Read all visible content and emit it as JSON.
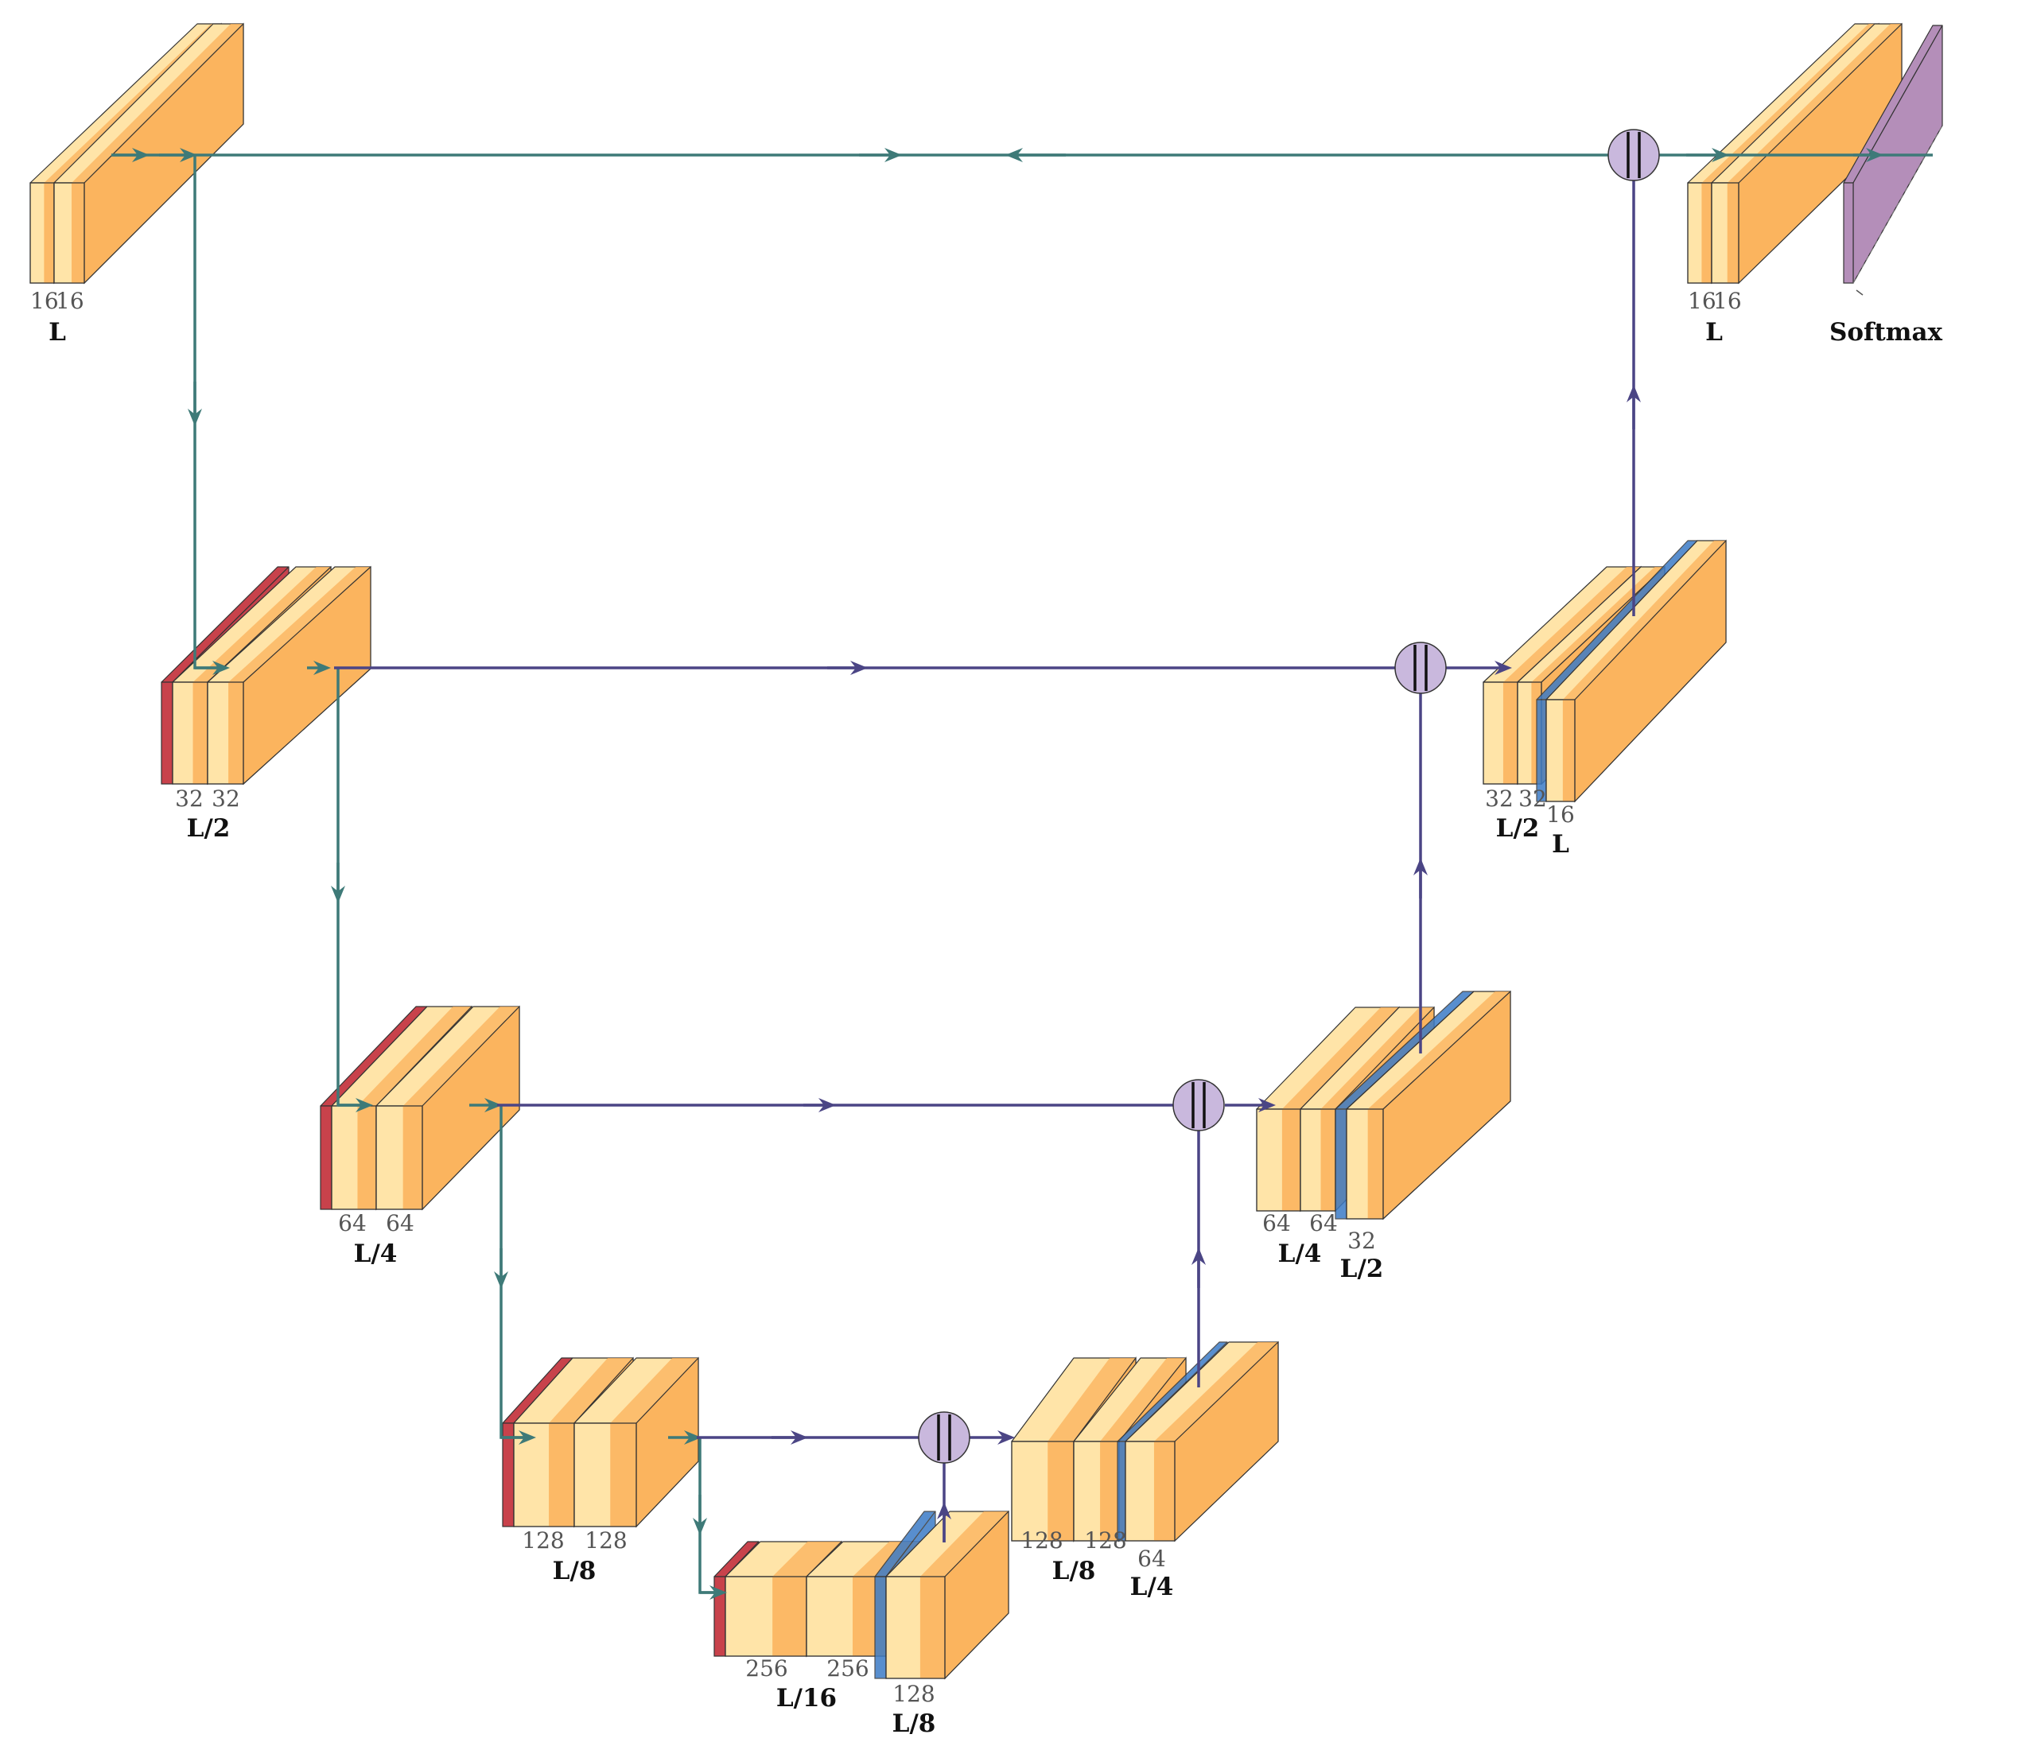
{
  "colors": {
    "conv": "#FFE4A8",
    "relu": "#FBB25B",
    "pool": "#C8424B",
    "unpool": "#3C7BC6",
    "softmax": "#B48EB9",
    "concat": "#C9B8DD",
    "encoder_arrow": "#3E7A78",
    "skip_arrow": "#4B4585"
  },
  "stages": {
    "enc1": {
      "c1": "16",
      "c2": "16",
      "res": "L"
    },
    "enc2": {
      "c1": "32",
      "c2": "32",
      "res": "L/2"
    },
    "enc3": {
      "c1": "64",
      "c2": "64",
      "res": "L/4"
    },
    "enc4": {
      "c1": "128",
      "c2": "128",
      "res": "L/8"
    },
    "bottleneck": {
      "c1": "256",
      "c2": "256",
      "res": "L/16"
    },
    "bottleneck_up": {
      "c": "128",
      "res": "L/8"
    },
    "dec4": {
      "c1": "128",
      "c2": "128",
      "res": "L/8"
    },
    "dec4_up": {
      "c": "64",
      "res": "L/4"
    },
    "dec3": {
      "c1": "64",
      "c2": "64",
      "res": "L/4"
    },
    "dec3_up": {
      "c": "32",
      "res": "L/2"
    },
    "dec2": {
      "c1": "32",
      "c2": "32",
      "res": "L/2"
    },
    "dec2_up": {
      "c": "16",
      "res": "L"
    },
    "dec1": {
      "c1": "16",
      "c2": "16",
      "res": "L"
    }
  },
  "softmax": {
    "label": "Softmax"
  }
}
